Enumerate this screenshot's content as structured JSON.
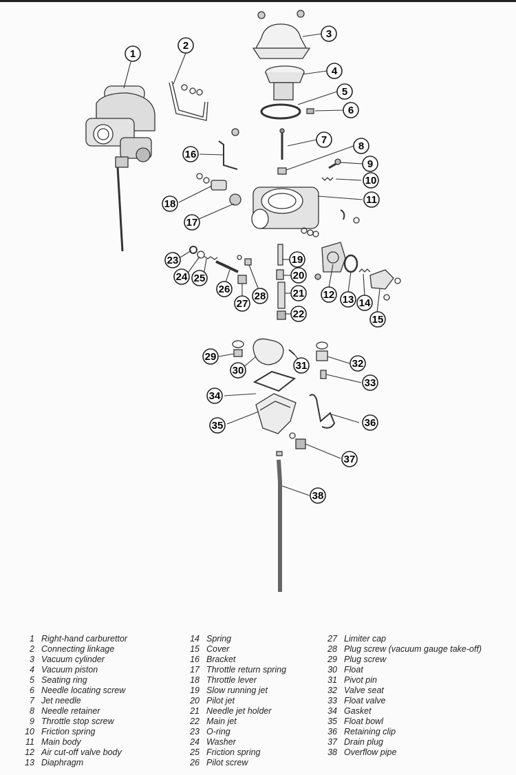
{
  "callouts": [
    {
      "n": "1"
    },
    {
      "n": "2"
    },
    {
      "n": "3"
    },
    {
      "n": "4"
    },
    {
      "n": "5"
    },
    {
      "n": "6"
    },
    {
      "n": "7"
    },
    {
      "n": "8"
    },
    {
      "n": "9"
    },
    {
      "n": "10"
    },
    {
      "n": "11"
    },
    {
      "n": "12"
    },
    {
      "n": "13"
    },
    {
      "n": "14"
    },
    {
      "n": "15"
    },
    {
      "n": "16"
    },
    {
      "n": "17"
    },
    {
      "n": "18"
    },
    {
      "n": "19"
    },
    {
      "n": "20"
    },
    {
      "n": "21"
    },
    {
      "n": "22"
    },
    {
      "n": "23"
    },
    {
      "n": "24"
    },
    {
      "n": "25"
    },
    {
      "n": "26"
    },
    {
      "n": "27"
    },
    {
      "n": "28"
    },
    {
      "n": "29"
    },
    {
      "n": "30"
    },
    {
      "n": "31"
    },
    {
      "n": "32"
    },
    {
      "n": "33"
    },
    {
      "n": "34"
    },
    {
      "n": "35"
    },
    {
      "n": "36"
    },
    {
      "n": "37"
    },
    {
      "n": "38"
    }
  ],
  "legend": {
    "col1": [
      {
        "n": "1",
        "t": "Right-hand carburettor"
      },
      {
        "n": "2",
        "t": "Connecting linkage"
      },
      {
        "n": "3",
        "t": "Vacuum cylinder"
      },
      {
        "n": "4",
        "t": "Vacuum piston"
      },
      {
        "n": "5",
        "t": "Seating ring"
      },
      {
        "n": "6",
        "t": "Needle locating screw"
      },
      {
        "n": "7",
        "t": "Jet needle"
      },
      {
        "n": "8",
        "t": "Needle retainer"
      },
      {
        "n": "9",
        "t": "Throttle stop screw"
      },
      {
        "n": "10",
        "t": "Friction spring"
      },
      {
        "n": "11",
        "t": "Main body"
      },
      {
        "n": "12",
        "t": "Air cut-off valve body"
      },
      {
        "n": "13",
        "t": "Diaphragm"
      }
    ],
    "col2": [
      {
        "n": "14",
        "t": "Spring"
      },
      {
        "n": "15",
        "t": "Cover"
      },
      {
        "n": "16",
        "t": "Bracket"
      },
      {
        "n": "17",
        "t": "Throttle return spring"
      },
      {
        "n": "18",
        "t": "Throttle lever"
      },
      {
        "n": "19",
        "t": "Slow running jet"
      },
      {
        "n": "20",
        "t": "Pilot jet"
      },
      {
        "n": "21",
        "t": "Needle jet holder"
      },
      {
        "n": "22",
        "t": "Main jet"
      },
      {
        "n": "23",
        "t": "O-ring"
      },
      {
        "n": "24",
        "t": "Washer"
      },
      {
        "n": "25",
        "t": "Friction spring"
      },
      {
        "n": "26",
        "t": "Pilot screw"
      }
    ],
    "col3": [
      {
        "n": "27",
        "t": "Limiter cap"
      },
      {
        "n": "28",
        "t": "Plug screw (vacuum gauge take-off)"
      },
      {
        "n": "29",
        "t": "Plug screw"
      },
      {
        "n": "30",
        "t": "Float"
      },
      {
        "n": "31",
        "t": "Pivot pin"
      },
      {
        "n": "32",
        "t": "Valve seat"
      },
      {
        "n": "33",
        "t": "Float valve"
      },
      {
        "n": "34",
        "t": "Gasket"
      },
      {
        "n": "35",
        "t": "Float bowl"
      },
      {
        "n": "36",
        "t": "Retaining clip"
      },
      {
        "n": "37",
        "t": "Drain plug"
      },
      {
        "n": "38",
        "t": "Overflow pipe"
      }
    ]
  }
}
